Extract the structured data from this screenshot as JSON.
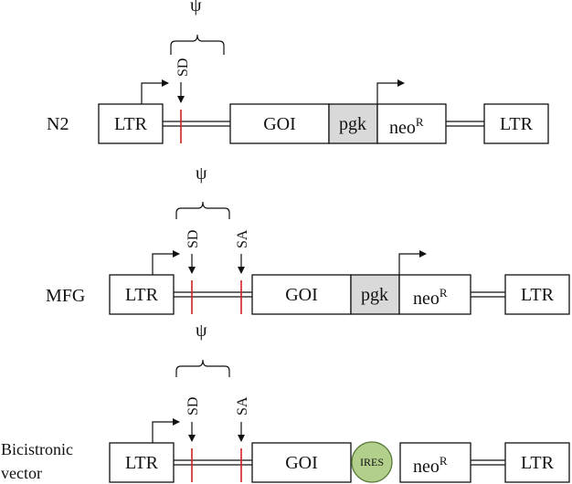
{
  "constructs": {
    "n2": {
      "name": "N2",
      "ltr_left": "LTR",
      "sd": "SD",
      "psi": "ψ",
      "goi": "GOI",
      "pgk": "pgk",
      "neo": "neo",
      "neo_sup": "R",
      "ltr_right": "LTR"
    },
    "mfg": {
      "name": "MFG",
      "ltr_left": "LTR",
      "sd": "SD",
      "sa": "SA",
      "psi": "ψ",
      "goi": "GOI",
      "pgk": "pgk",
      "neo": "neo",
      "neo_sup": "R",
      "ltr_right": "LTR"
    },
    "bicistronic": {
      "name_line1": "Bicistronic",
      "name_line2": "vector",
      "ltr_left": "LTR",
      "sd": "SD",
      "sa": "SA",
      "psi": "ψ",
      "goi": "GOI",
      "ires": "IRES",
      "neo": "neo",
      "neo_sup": "R",
      "ltr_right": "LTR"
    }
  }
}
